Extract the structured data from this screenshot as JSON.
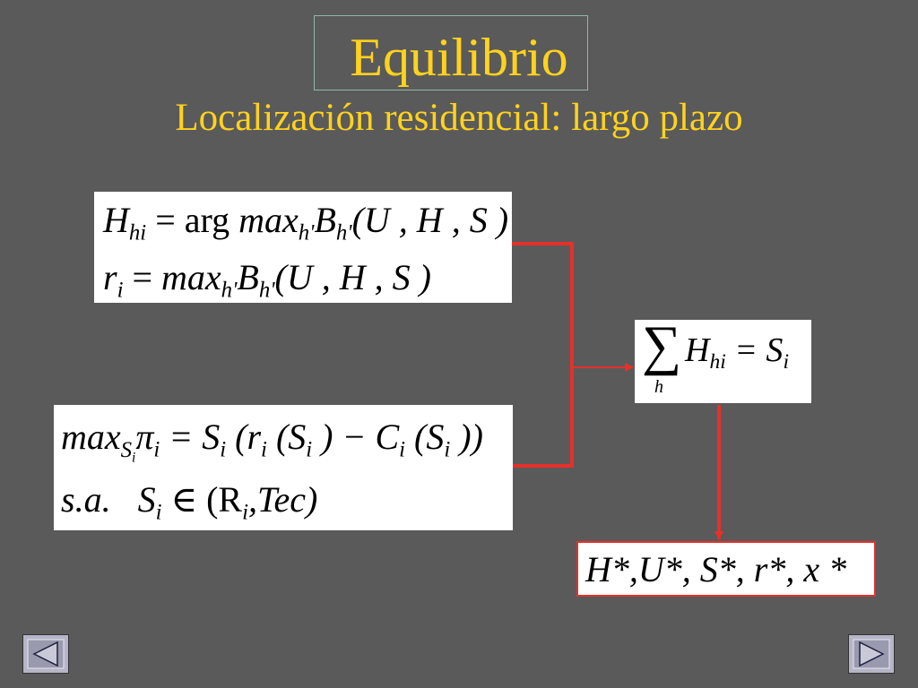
{
  "slide": {
    "title": "Equilibrio",
    "subtitle": "Localización residencial: largo plazo"
  },
  "equations": {
    "household_choice": {
      "line1": {
        "H": "H",
        "hi": "hi",
        "eq_arg": " = arg ",
        "max": "max",
        "hp": "h'",
        "B": "B",
        "args": "(U , H , S )"
      },
      "line2": {
        "r": "r",
        "i": "i",
        "eq": " = ",
        "max": "max",
        "hp": "h'",
        "B": "B",
        "args": "(U , H , S )"
      }
    },
    "supplier_problem": {
      "line1": {
        "max": "max",
        "S": "S",
        "i": "i",
        "pi": "π",
        "eq_S": " = S",
        "open_r": " (r",
        "open_S": " (S",
        "mid_C": " ) − C",
        "open_S2": " (S",
        "close": " ))"
      },
      "line2": {
        "sa": "s.a.",
        "S": "S",
        "in": " ∈ (R",
        "rest": ",Tec)"
      }
    },
    "market_clearing": {
      "sigma": "∑",
      "sigma_sub": "h",
      "H": "H",
      "hi": "hi",
      "eq_S": " = S",
      "i": "i"
    },
    "equilibrium_result": "H*,U*, S*, r*, x *"
  },
  "colors": {
    "background": "#5a5a5a",
    "title_text": "#ffd21e",
    "connector": "#e6302a",
    "nav_button": "#b5b5c7"
  },
  "navigation": {
    "previous_icon": "triangle-left-icon",
    "next_icon": "triangle-right-icon"
  }
}
